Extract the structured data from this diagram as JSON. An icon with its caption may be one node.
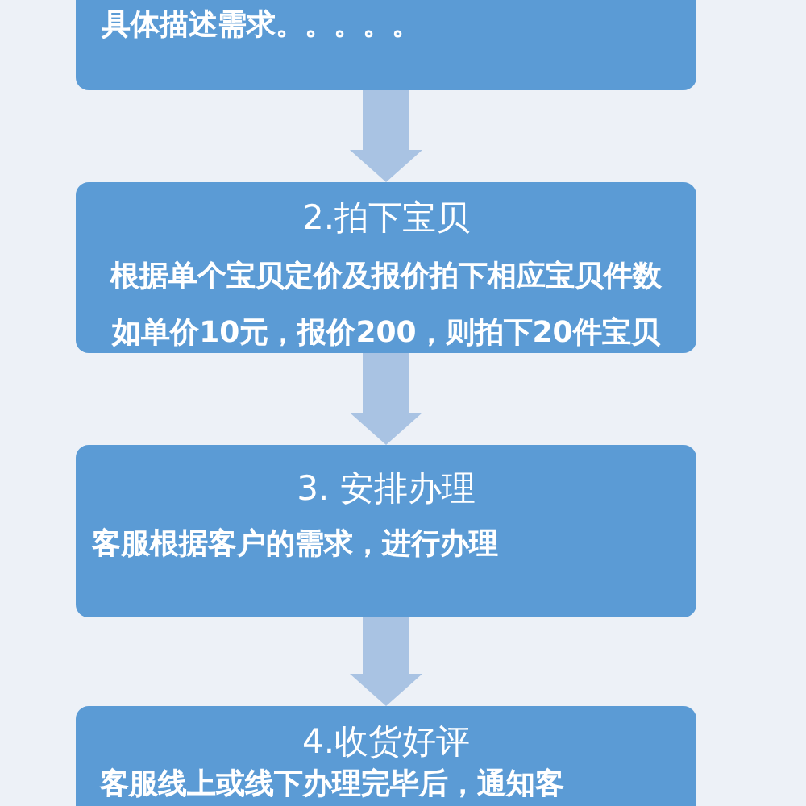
{
  "diagram": {
    "nodes": [
      {
        "text": [
          "具体描述需求。。。。。"
        ]
      },
      {
        "text": [
          "2.拍下宝贝",
          "根据单个宝贝定价及报价拍下相应宝贝件数",
          "如单价10元，报价200，则拍下20件宝贝"
        ]
      },
      {
        "text": [
          "3. 安排办理",
          "客服根据客户的需求，进行办理"
        ]
      },
      {
        "text": [
          "4.收货好评",
          "客服线上或线下办理完毕后，通知客"
        ]
      }
    ],
    "edges": [
      {
        "from": 0,
        "to": 1,
        "arrow": "to"
      },
      {
        "from": 1,
        "to": 2,
        "arrow": "to"
      },
      {
        "from": 2,
        "to": 3,
        "arrow": "to"
      }
    ]
  }
}
